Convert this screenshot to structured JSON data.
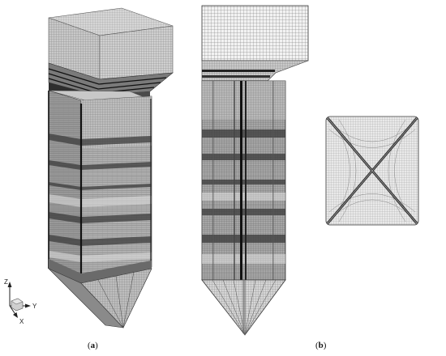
{
  "panels": [
    {
      "id": "a",
      "label": "a"
    },
    {
      "id": "b",
      "label": "b"
    }
  ],
  "axes": {
    "z": "Z",
    "y": "Y",
    "x": "X"
  },
  "colors": {
    "background": "#ffffff",
    "mesh_light": "#b8b8b8",
    "mesh_mid": "#8a8a8a",
    "mesh_dark": "#3a3a3a",
    "face_top": "#d4d4d4",
    "face_front": "#c4c4c4",
    "face_side": "#9a9a9a"
  }
}
